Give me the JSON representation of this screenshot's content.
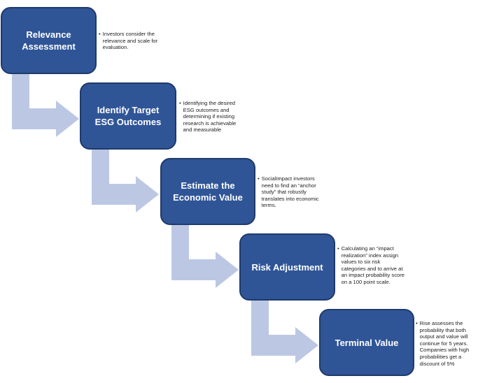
{
  "colors": {
    "box_fill": "#2f5597",
    "box_border": "#1f3a6b",
    "box_text": "#ffffff",
    "arrow_fill": "#bcc8e3",
    "note_text": "#222222"
  },
  "steps": [
    {
      "title": "Relevance Assessment",
      "note": "Investors consider the relevance  and scale for evaluation."
    },
    {
      "title": "Identify Target ESG Outcomes",
      "note": "Identifying the desired ESG outcomes and determining if existing research is achievable and measurable"
    },
    {
      "title": "Estimate the Economic Value",
      "note": "SocialImpact investors need to find an “anchor study” that robustly translates into economic terms."
    },
    {
      "title": "Risk Adjustment",
      "note": "Calculating an “impact realization” index assign values to six risk categories and to arrive at an impact probability score on a 100 point scale."
    },
    {
      "title": "Terminal Value",
      "note": "Rise assesses the probability that both output and value will continue for 5 years. Companies with high probabilities get a discount  of 5%"
    }
  ]
}
